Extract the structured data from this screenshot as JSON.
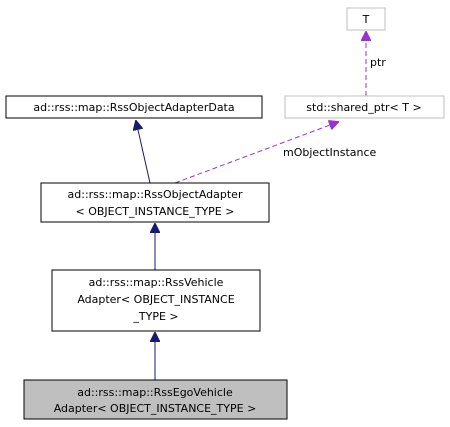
{
  "nodes": [
    {
      "id": "T",
      "lines": [
        "T"
      ],
      "style": "undocumented"
    },
    {
      "id": "shared_ptr",
      "lines": [
        "std::shared_ptr< T >"
      ],
      "style": "undocumented"
    },
    {
      "id": "adapter_data",
      "lines": [
        "ad::rss::map::RssObjectAdapterData"
      ],
      "style": "normal"
    },
    {
      "id": "object_adapter",
      "lines": [
        "ad::rss::map::RssObjectAdapter",
        "< OBJECT_INSTANCE_TYPE >"
      ],
      "style": "normal"
    },
    {
      "id": "vehicle_adapter",
      "lines": [
        "ad::rss::map::RssVehicle",
        "Adapter< OBJECT_INSTANCE",
        "_TYPE >"
      ],
      "style": "normal"
    },
    {
      "id": "ego_vehicle_adapter",
      "lines": [
        "ad::rss::map::RssEgoVehicle",
        "Adapter< OBJECT_INSTANCE_TYPE >"
      ],
      "style": "current"
    }
  ],
  "edges": [
    {
      "from": "object_adapter",
      "to": "adapter_data",
      "kind": "inheritance",
      "label": ""
    },
    {
      "from": "vehicle_adapter",
      "to": "object_adapter",
      "kind": "inheritance",
      "label": ""
    },
    {
      "from": "ego_vehicle_adapter",
      "to": "vehicle_adapter",
      "kind": "inheritance",
      "label": ""
    },
    {
      "from": "object_adapter",
      "to": "shared_ptr",
      "kind": "usage",
      "label": "mObjectInstance"
    },
    {
      "from": "shared_ptr",
      "to": "T",
      "kind": "usage",
      "label": "ptr"
    }
  ],
  "colors": {
    "inheritance": "#191970",
    "usage": "#9a32cd",
    "current_fill": "#bfbfbf",
    "undocumented_border": "#bfbfbf",
    "border": "#000000"
  }
}
